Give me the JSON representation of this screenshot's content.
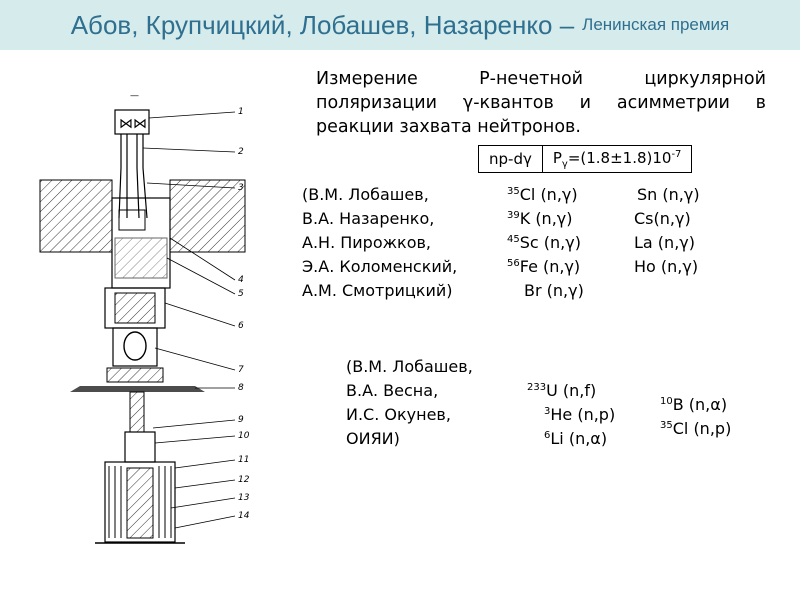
{
  "header": {
    "title": "Абов, Крупчицкий, Лобашев, Назаренко –",
    "subtitle": "Ленинская премия"
  },
  "description": "Измерение Р-нечетной циркулярной поляризации γ-квантов и асимметрии в реакции захвата нейтронов.",
  "param_table": {
    "reaction": "np-dγ",
    "value_label": "P",
    "value_sub": "γ",
    "value_main": "=(1.8±1.8)10",
    "value_exp": "-7"
  },
  "group1": {
    "authors": [
      "(В.М. Лобашев,",
      "В.А. Назаренко,",
      "А.Н. Пирожков,",
      "Э.А. Коломенский,",
      "А.М. Смотрицкий)"
    ],
    "reactions_a": [
      {
        "sup": "35",
        "text": "Cl (n,γ)"
      },
      {
        "sup": "39",
        "text": "K (n,γ)"
      },
      {
        "sup": "45",
        "text": "Sc (n,γ)"
      },
      {
        "sup": "56",
        "text": "Fe (n,γ)"
      },
      {
        "sup": "",
        "text": "Br (n,γ)"
      }
    ],
    "reactions_b": [
      "Sn (n,γ)",
      "Cs(n,γ)",
      "La (n,γ)",
      "Ho (n,γ)"
    ]
  },
  "group2": {
    "authors": [
      "(В.М. Лобашев,",
      "В.А. Весна,",
      "И.С. Окунев,",
      "ОИЯИ)"
    ],
    "reactions_a": [
      {
        "sup": "233",
        "text": "U (n,f)"
      },
      {
        "sup": "3",
        "text": "He (n,p)"
      },
      {
        "sup": "6",
        "text": "Li (n,α)"
      }
    ],
    "reactions_b": [
      {
        "sup": "10",
        "text": "B (n,α)"
      },
      {
        "sup": "35",
        "text": "Cl (n,p)"
      }
    ]
  },
  "drawing": {
    "top_label": "—",
    "callouts": [
      "1",
      "2",
      "3",
      "4",
      "5",
      "6",
      "7",
      "8",
      "9",
      "10",
      "11",
      "12",
      "13",
      "14"
    ]
  }
}
